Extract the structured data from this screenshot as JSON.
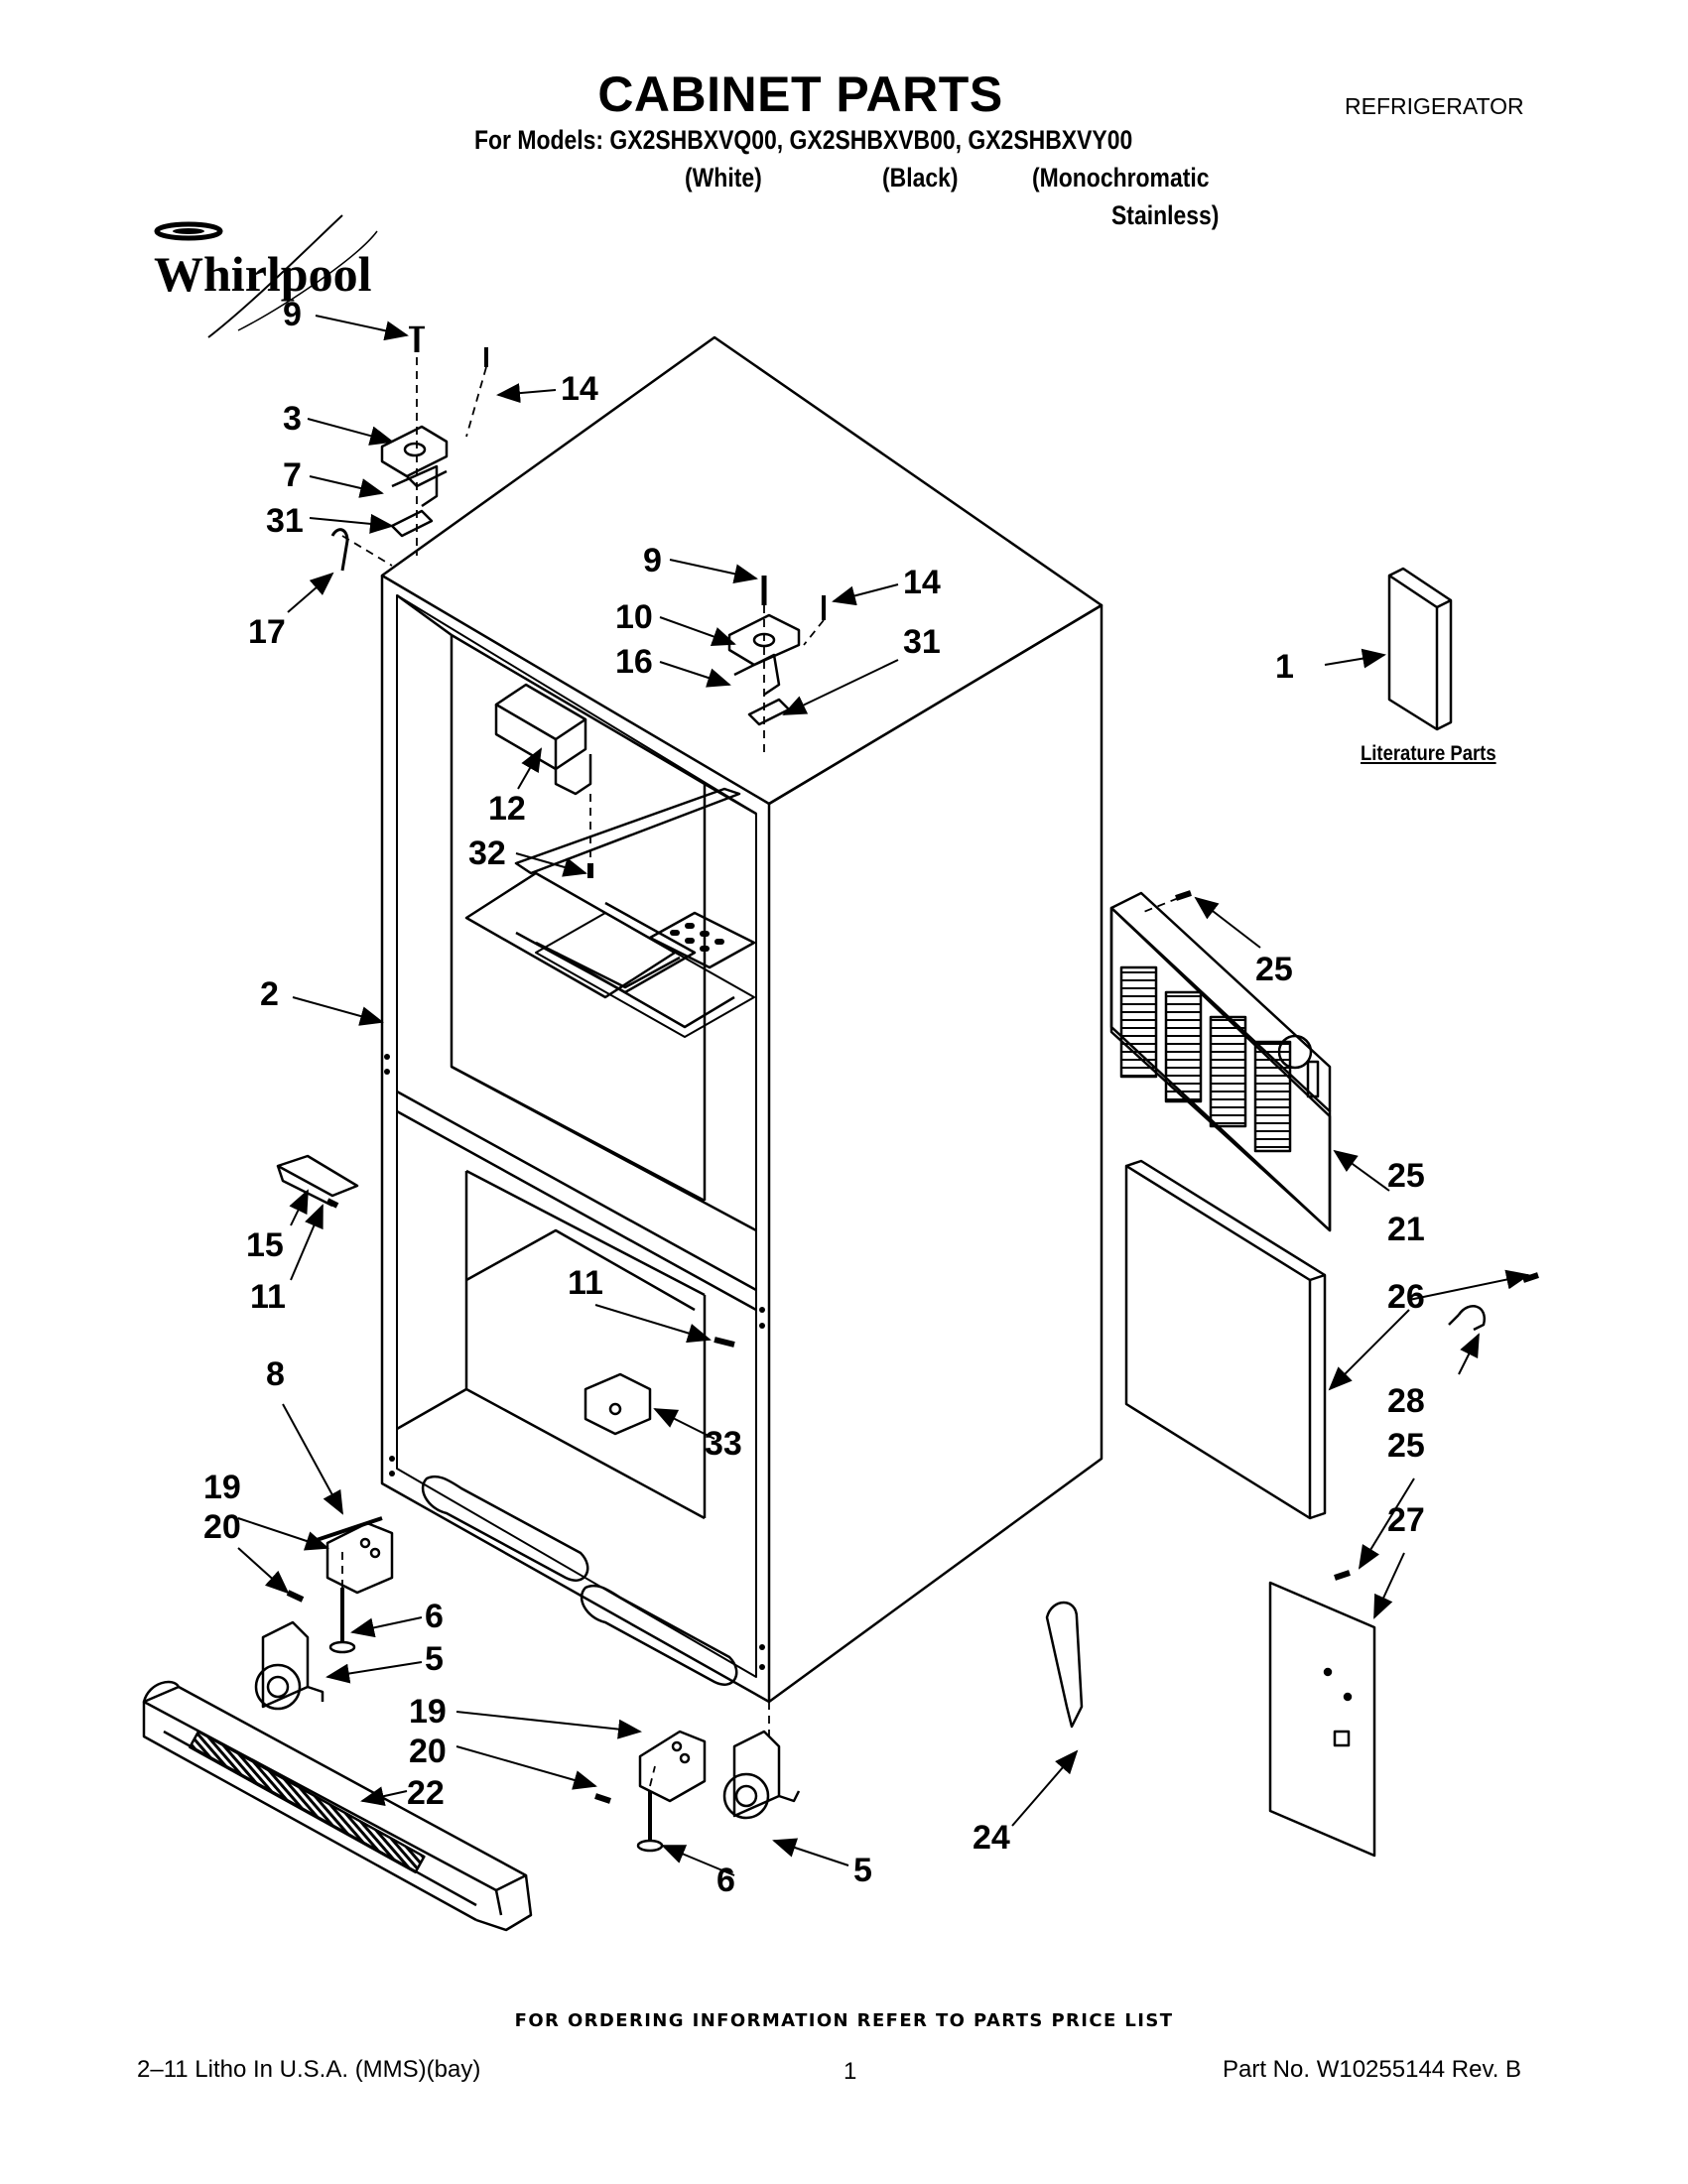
{
  "header": {
    "title": "CABINET PARTS",
    "category": "REFRIGERATOR",
    "models_line": "For Models: GX2SHBXVQ00, GX2SHBXVB00, GX2SHBXVY00",
    "variant_white": "(White)",
    "variant_black": "(Black)",
    "variant_mono_line1": "(Monochromatic",
    "variant_mono_line2": "Stainless)"
  },
  "logo": {
    "brand": "Whirlpool",
    "icon": "whirlpool-logo"
  },
  "literature_label": "Literature Parts",
  "callouts": {
    "c9a": "9",
    "c14a": "14",
    "c3": "3",
    "c7": "7",
    "c31a": "31",
    "c17": "17",
    "c9b": "9",
    "c14b": "14",
    "c10": "10",
    "c16": "16",
    "c31b": "31",
    "c1": "1",
    "c12": "12",
    "c32": "32",
    "c25a": "25",
    "c2": "2",
    "c25b": "25",
    "c21": "21",
    "c15": "15",
    "c11a": "11",
    "c26": "26",
    "c11b": "11",
    "c8": "8",
    "c28": "28",
    "c25c": "25",
    "c33": "33",
    "c19a": "19",
    "c20a": "20",
    "c27": "27",
    "c6a": "6",
    "c5a": "5",
    "c19b": "19",
    "c20b": "20",
    "c22": "22",
    "c24": "24",
    "c5b": "5",
    "c6b": "6"
  },
  "footer": {
    "order_note": "FOR ORDERING INFORMATION REFER TO PARTS PRICE LIST",
    "litho": "2–11 Litho In U.S.A. (MMS)(bay)",
    "page": "1",
    "part_no": "Part No. W10255144 Rev. B"
  }
}
